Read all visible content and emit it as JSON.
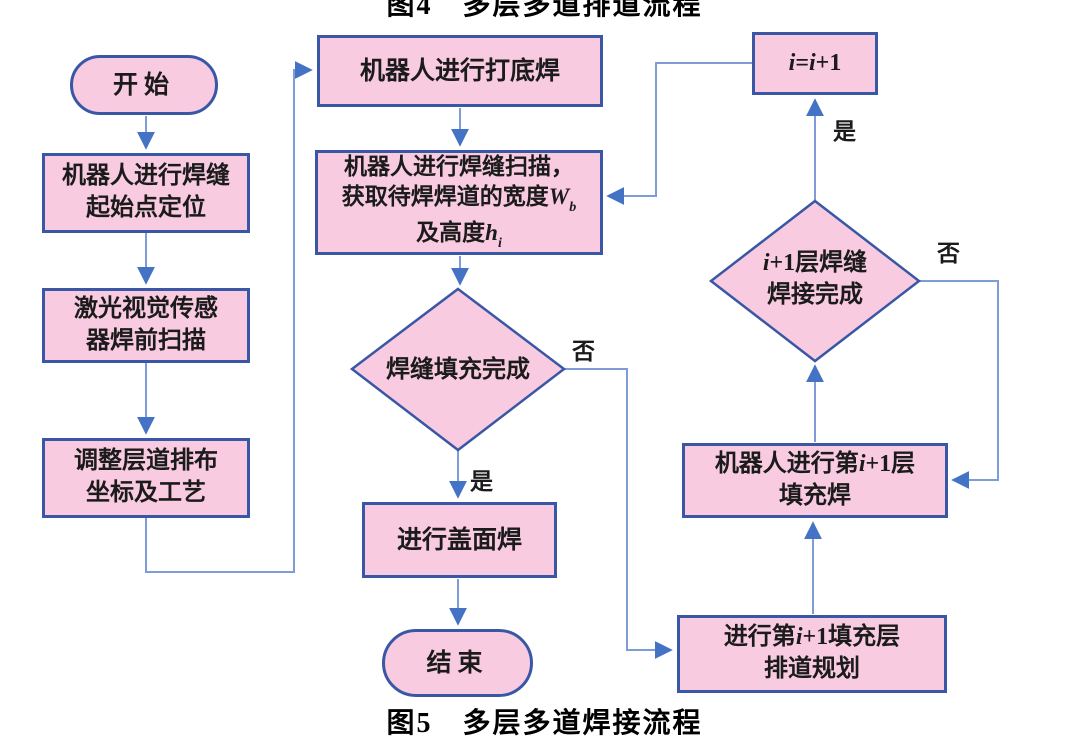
{
  "captions": {
    "top": "图4　多层多道排道流程",
    "bottom": "图5　多层多道焊接流程"
  },
  "colors": {
    "node_fill": "#F8CBE1",
    "node_border": "#3A57A5",
    "connector_line": "#7D9CD9",
    "arrowhead": "#4473C5",
    "text": "#1B1B1B"
  },
  "nodes": {
    "start": {
      "label": "开始"
    },
    "seam_start_locate": {
      "line1": "机器人进行焊缝",
      "line2": "起始点定位"
    },
    "laser_prescan": {
      "line1": "激光视觉传感",
      "line2": "器焊前扫描"
    },
    "adjust_layout": {
      "line1": "调整层道排布",
      "line2": "坐标及工艺"
    },
    "root_weld": {
      "label": "机器人进行打底焊"
    },
    "seam_scan": {
      "line1": "机器人进行焊缝扫描，",
      "line2_text": "获取待焊焊道的宽度",
      "line2_var": "W",
      "line2_sub": "b",
      "line3_text": "及高度",
      "line3_var": "h",
      "line3_sub": "i"
    },
    "decision_fill_complete": {
      "label": "焊缝填充完成"
    },
    "cap_weld": {
      "label": "进行盖面焊"
    },
    "end": {
      "label": "结束"
    },
    "increment": {
      "var_a": "i",
      "equals": "=",
      "var_b": "i",
      "plus_one": "+1"
    },
    "decision_layer_complete": {
      "line1_var": "i",
      "line1_text": "+1层焊缝",
      "line2": "焊接完成"
    },
    "fill_weld": {
      "line1_text1": "机器人进行第",
      "line1_var": "i",
      "line1_text2": "+1层",
      "line2": "填充焊"
    },
    "plan_next_layer": {
      "line1_text1": "进行第",
      "line1_var": "i",
      "line1_text2": "+1填充层",
      "line2": "排道规划"
    }
  },
  "edge_labels": {
    "fill_yes": "是",
    "fill_no": "否",
    "layer_yes": "是",
    "layer_no": "否"
  }
}
